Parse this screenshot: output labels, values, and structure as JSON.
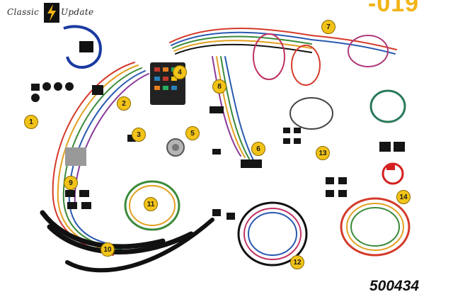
{
  "brand": {
    "left_word": "Classic",
    "right_word": "Update",
    "bolt_icon": "lightning-bolt-icon"
  },
  "corner_text": "-019",
  "part_number": "500434",
  "accent_color": "#f2c318",
  "badges": [
    "1",
    "2",
    "3",
    "4",
    "5",
    "6",
    "7",
    "8",
    "9",
    "10",
    "11",
    "12",
    "13",
    "14"
  ]
}
